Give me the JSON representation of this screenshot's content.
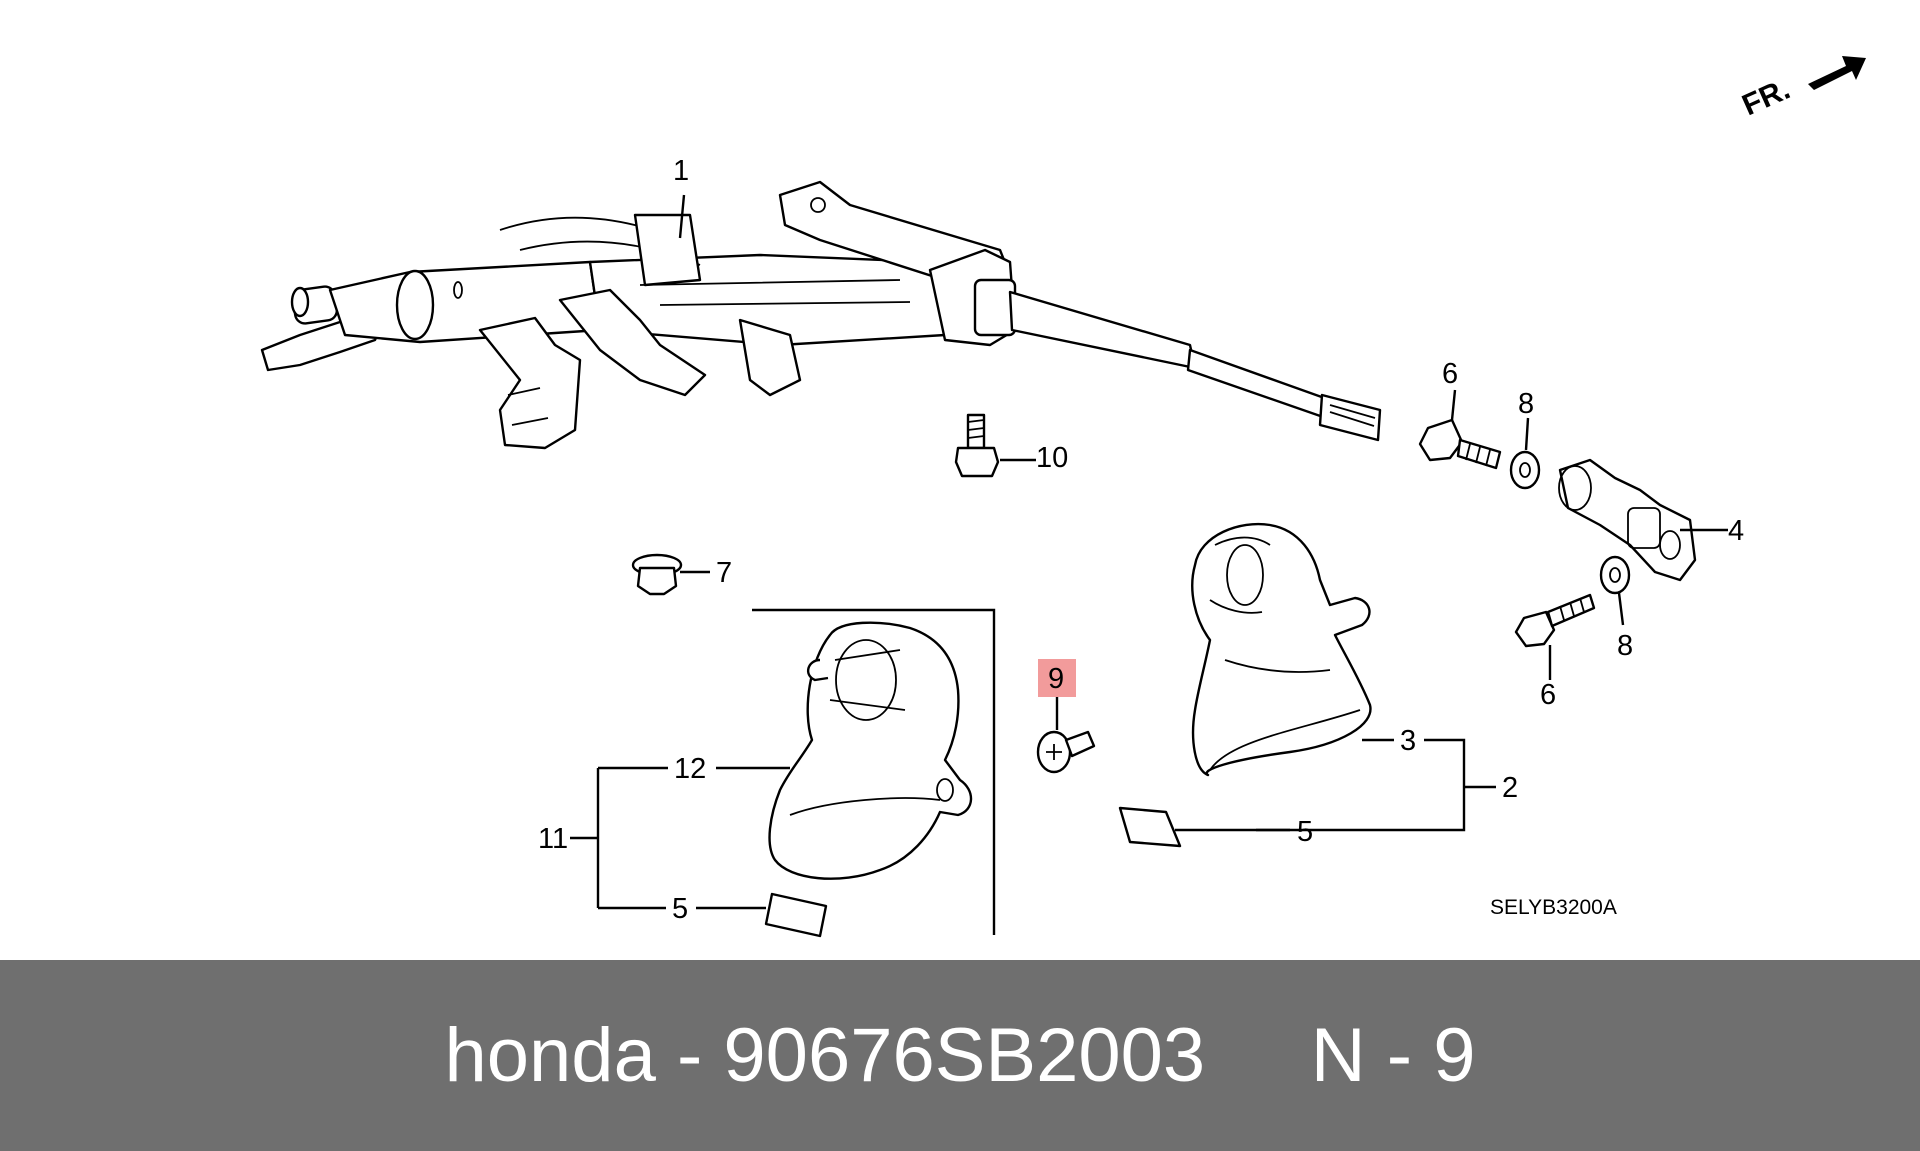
{
  "diagram": {
    "callouts": {
      "c1": "1",
      "c2": "2",
      "c3": "3",
      "c4": "4",
      "c5a": "5",
      "c5b": "5",
      "c6a": "6",
      "c6b": "6",
      "c7": "7",
      "c8a": "8",
      "c8b": "8",
      "c9": "9",
      "c10": "10",
      "c11": "11",
      "c12": "12"
    },
    "highlight_color": "#f29b9b",
    "direction_label": "FR.",
    "diagram_code": "SELYB3200A"
  },
  "footer": {
    "brand": "honda",
    "separator": "-",
    "part_number": "90676SB2003",
    "ref": "N - 9",
    "background": "#6f6f6f"
  }
}
